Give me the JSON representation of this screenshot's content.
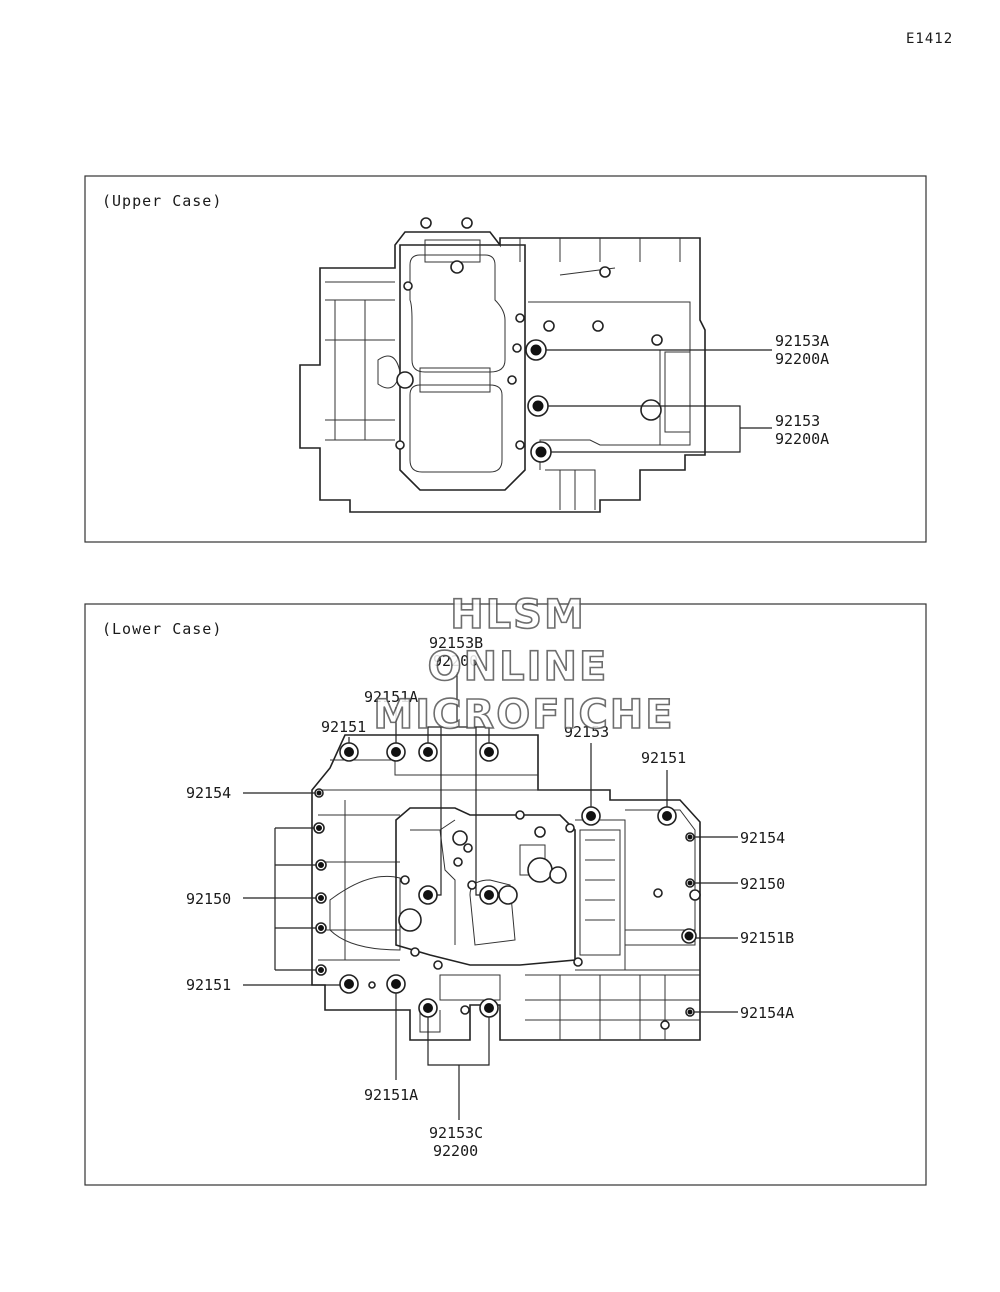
{
  "page_code": "E1412",
  "upper_case": {
    "title": "(Upper Case)",
    "callouts": [
      {
        "part": "92153A",
        "washer": "92200A"
      },
      {
        "part": "92153",
        "washer": "92200A"
      }
    ]
  },
  "lower_case": {
    "title": "(Lower Case)",
    "callouts": {
      "top_center": {
        "part": "92153B",
        "washer": "92200"
      },
      "left_92151A_top": "92151A",
      "left_92151_top": "92151",
      "left_92154": "92154",
      "left_92150": "92150",
      "left_92151_bottom": "92151",
      "bottom_92151A": "92151A",
      "bottom_center": {
        "part": "92153C",
        "washer": "92200"
      },
      "top_92153": "92153",
      "top_right_92151": "92151",
      "right_92154": "92154",
      "right_92150": "92150",
      "right_92151B": "92151B",
      "right_92154A": "92154A"
    }
  },
  "watermark": {
    "line1": "HLSM",
    "line2": "ONLINE",
    "line3": "MICROFICHE"
  }
}
